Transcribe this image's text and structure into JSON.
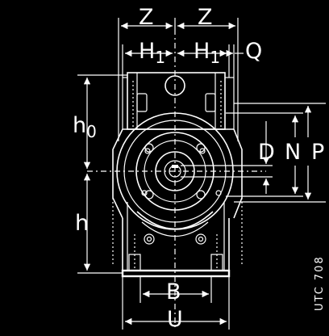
{
  "labels": {
    "z_left": "Z",
    "z_right": "Z",
    "h1_left": "H",
    "h1_left_sub": "1",
    "h1_right": "H",
    "h1_right_sub": "1",
    "q": "Q",
    "h0": "h",
    "h0_sub": "0",
    "h": "h",
    "d": "D",
    "n": "N",
    "p": "P",
    "b": "B",
    "u": "U"
  },
  "reference_code": "UTC 708",
  "colors": {
    "background": "#000000",
    "line": "#ffffff"
  }
}
